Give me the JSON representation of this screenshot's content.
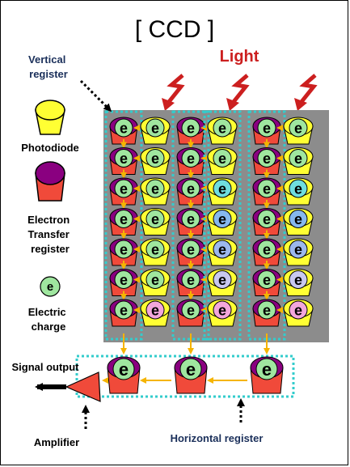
{
  "title": "[ CCD ]",
  "light_label": "Light",
  "charge_symbol": "e",
  "labels": {
    "vertical_register": [
      "Vertical",
      "register"
    ],
    "photodiode": [
      "Photodiode"
    ],
    "electron_transfer_register": [
      "Electron",
      "Transfer",
      "register"
    ],
    "electric_charge": [
      "Electric",
      "charge"
    ],
    "signal_output": [
      "Signal output"
    ],
    "amplifier": [
      "Amplifier"
    ],
    "horizontal_register": [
      "Horizontal register"
    ]
  },
  "colors": {
    "light": "#cc1f1f",
    "label_blue": "#1a2f5a",
    "photodiode_yellow": "#ffff33",
    "register_red": "#f04a3a",
    "register_purple": "#8a0080",
    "charge_green": "#9fe69f",
    "dotted_cyan": "#33cccc",
    "transfer_arrow": "#f5b400",
    "background_gray": "#8c8c8c"
  },
  "pixel_charge_colors": [
    [
      "#9fe69f",
      "#9fe69f",
      "#9fe69f"
    ],
    [
      "#9fe69f",
      "#9fe69f",
      "#9fe69f"
    ],
    [
      "#9fe69f",
      "#6fdede",
      "#6fdede"
    ],
    [
      "#9fe69f",
      "#86b8ee",
      "#86b8ee"
    ],
    [
      "#9fe69f",
      "#9cb8ee",
      "#9cb8ee"
    ],
    [
      "#9fe69f",
      "#c8c8f0",
      "#c8c8f0"
    ],
    [
      "#f3a6dc",
      "#f3a6dc",
      "#f3a6dc"
    ]
  ]
}
